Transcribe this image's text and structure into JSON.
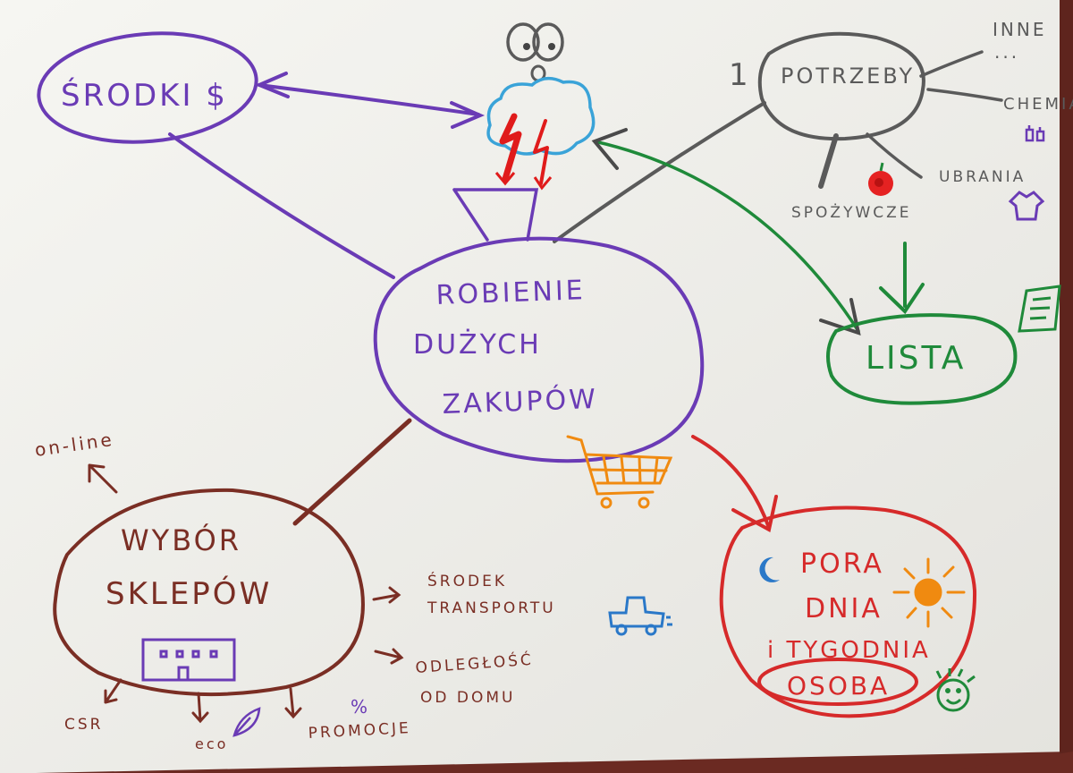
{
  "center": {
    "line1": "ROBIENIE",
    "line2": "DUŻYCH",
    "line3": "ZAKUPÓW"
  },
  "srodki": {
    "label": "ŚRODKI $"
  },
  "potrzeby": {
    "number": "1",
    "label": "POTRZEBY",
    "branches": [
      "INNE",
      "...",
      "CHEMIA",
      "UBRANIA",
      "SPOŻYWCZE"
    ]
  },
  "lista": {
    "label": "LISTA"
  },
  "pora": {
    "line1": "PORA",
    "line2": "DNIA",
    "line3": "i TYGODNIA",
    "osoba": "OSOBA"
  },
  "wybor": {
    "line1": "WYBÓR",
    "line2": "SKLEPÓW",
    "online": "on-line",
    "transport_line1": "ŚRODEK",
    "transport_line2": "TRANSPORTU",
    "distance_line1": "ODLEGŁOŚĆ",
    "distance_line2": "OD DOMU",
    "csr": "CSR",
    "eco": "eco",
    "promo_mark": "%",
    "promo": "PROMOCJE"
  },
  "colors": {
    "purple": "#6a3bb5",
    "gray": "#5a5a5a",
    "green": "#1f8a3a",
    "red": "#d62a2a",
    "brown": "#7a2e24",
    "orange": "#f08a10",
    "blue": "#2a78c8"
  }
}
